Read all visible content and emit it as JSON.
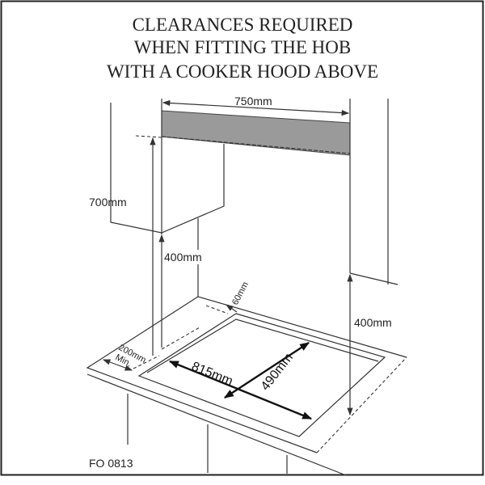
{
  "title": {
    "line1": "CLEARANCES REQUIRED",
    "line2": "WHEN FITTING THE HOB",
    "line3": "WITH A COOKER HOOD ABOVE"
  },
  "dimensions": {
    "hood_width": "750mm",
    "cabinet_height": "700mm",
    "left_clearance_height": "400mm",
    "right_clearance_height": "400mm",
    "rear_clearance": "60mm",
    "side_clearance_line1": "200mm",
    "side_clearance_line2": "Min.",
    "hob_width": "815mm",
    "hob_depth": "490mm"
  },
  "figure_code": "FO 0813",
  "colors": {
    "hood": "#9a9a9a",
    "line": "#333333"
  }
}
